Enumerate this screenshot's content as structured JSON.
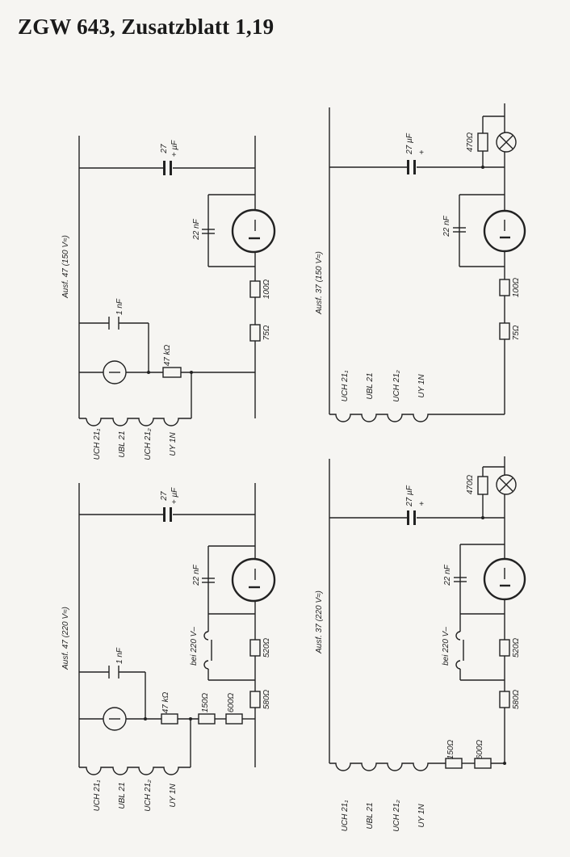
{
  "title": "ZGW 643, Zusatzblatt 1,19",
  "panels": [
    {
      "label": "Ausf. 47 (150 V≈)",
      "elko": [
        "27",
        "+ µF"
      ],
      "c_grid": "22 nF",
      "r1": "100Ω",
      "r2": "75Ω",
      "c_glimm": "1 nF",
      "r_glimm": "47 kΩ",
      "tubes": [
        "UCH 21₁",
        "UBL 21",
        "UCH 21₂",
        "UY 1N"
      ]
    },
    {
      "label": "Ausf. 47 (220 V≈)",
      "elko": [
        "27",
        "+ µF"
      ],
      "c_grid": "22 nF",
      "bei": "bei 220 V–",
      "r1": "520Ω",
      "r2": "580Ω",
      "c_glimm": "1 nF",
      "r_glimm": "47 kΩ",
      "r3": "150Ω",
      "r4": "600Ω",
      "tubes": [
        "UCH 21₁",
        "UBL 21",
        "UCH 21₂",
        "UY 1N"
      ]
    },
    {
      "label": "Ausf. 37 (150 V≈)",
      "elko": "27 µF",
      "plus": "+",
      "r_lamp": "470Ω",
      "c_grid": "22 nF",
      "r1": "100Ω",
      "r2": "75Ω",
      "tubes": [
        "UCH 21₁",
        "UBL 21",
        "UCH 21₂",
        "UY 1N"
      ]
    },
    {
      "label": "Ausf. 37 (220 V≈)",
      "elko": "27 µF",
      "plus": "+",
      "r_lamp": "470Ω",
      "c_grid": "22 nF",
      "bei": "bei 220 V–",
      "r1": "520Ω",
      "r2": "580Ω",
      "r3": "150Ω",
      "r4": "600Ω",
      "tubes": [
        "UCH 21₁",
        "UBL 21",
        "UCH 21₂",
        "UY 1N"
      ]
    }
  ]
}
